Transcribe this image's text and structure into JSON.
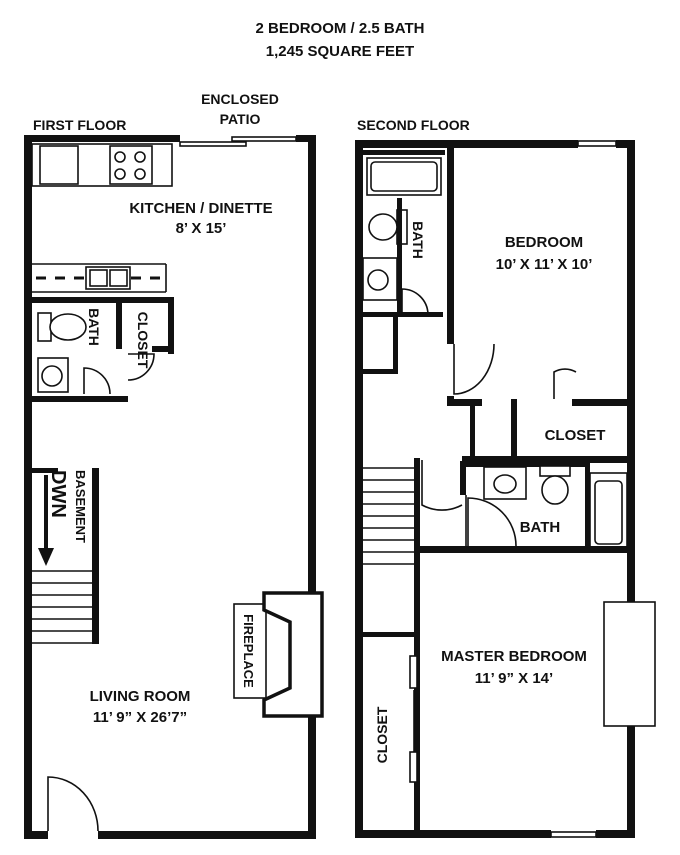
{
  "header": {
    "title_line1": "2 BEDROOM / 2.5 BATH",
    "title_line2": "1,245 SQUARE FEET"
  },
  "first_floor": {
    "label": "FIRST FLOOR",
    "patio_line1": "ENCLOSED",
    "patio_line2": "PATIO",
    "kitchen_name": "KITCHEN / DINETTE",
    "kitchen_size": "8’ X 15’",
    "bath": "BATH",
    "closet": "CLOSET",
    "basement": "BASEMENT",
    "dwn": "DWN",
    "fireplace": "FIREPLACE",
    "living_name": "LIVING ROOM",
    "living_size": "11’ 9” X 26’7”"
  },
  "second_floor": {
    "label": "SECOND FLOOR",
    "bath_upper": "BATH",
    "bedroom_name": "BEDROOM",
    "bedroom_size": "10’ X 11’ X 10’",
    "closet_mid": "CLOSET",
    "bath_lower": "BATH",
    "master_name": "MASTER BEDROOM",
    "master_size": "11’ 9” X 14’",
    "closet_left": "CLOSET"
  }
}
